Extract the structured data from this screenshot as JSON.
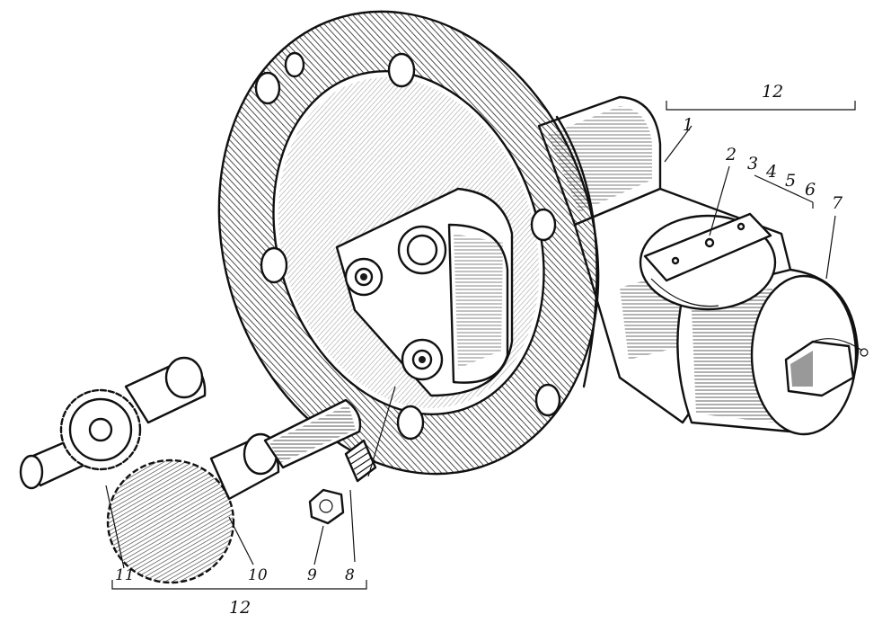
{
  "labels": {
    "l1": "1",
    "l2": "2",
    "l3": "3",
    "l4": "4",
    "l5": "5",
    "l6": "6",
    "l7": "7",
    "l8": "8",
    "l9": "9",
    "l10": "10",
    "l11": "11",
    "l12_top": "12",
    "l12_bottom": "12"
  },
  "colors": {
    "ink": "#111111",
    "paper": "#ffffff"
  }
}
